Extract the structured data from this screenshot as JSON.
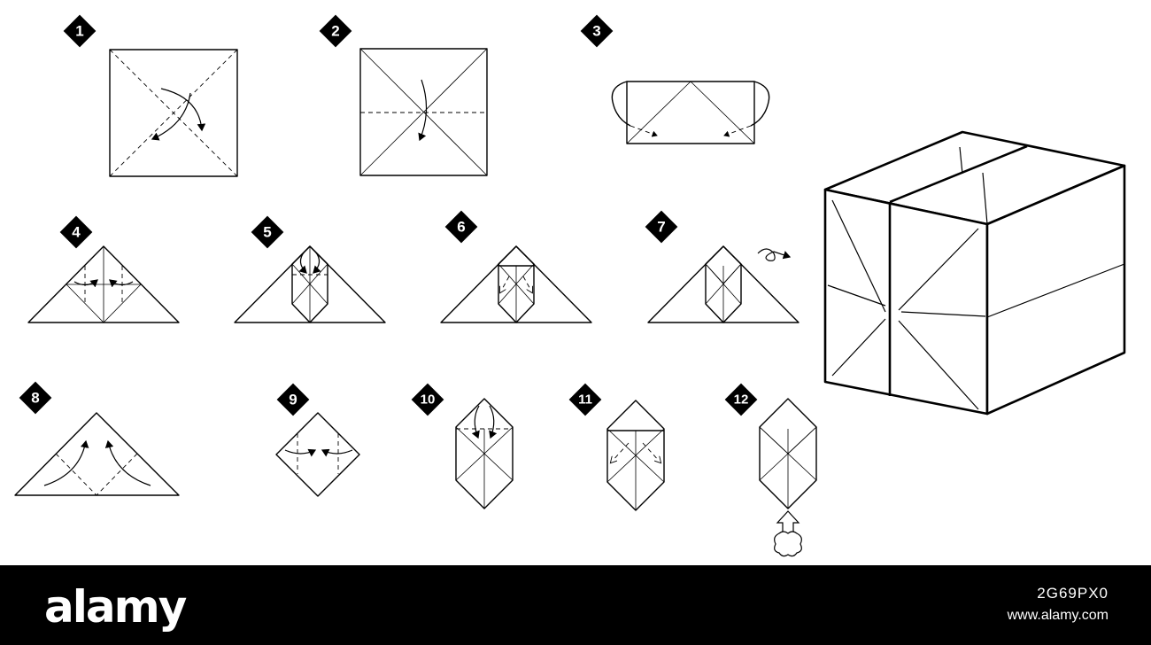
{
  "steps": [
    {
      "number": "1"
    },
    {
      "number": "2"
    },
    {
      "number": "3"
    },
    {
      "number": "4"
    },
    {
      "number": "5"
    },
    {
      "number": "6"
    },
    {
      "number": "7"
    },
    {
      "number": "8"
    },
    {
      "number": "9"
    },
    {
      "number": "10"
    },
    {
      "number": "11"
    },
    {
      "number": "12"
    }
  ],
  "footer": {
    "brand": "alamy",
    "image_id": "2G69PX0",
    "site": "www.alamy.com"
  },
  "colors": {
    "ink": "#000000",
    "paper": "#ffffff",
    "footer_bg": "#000000"
  }
}
